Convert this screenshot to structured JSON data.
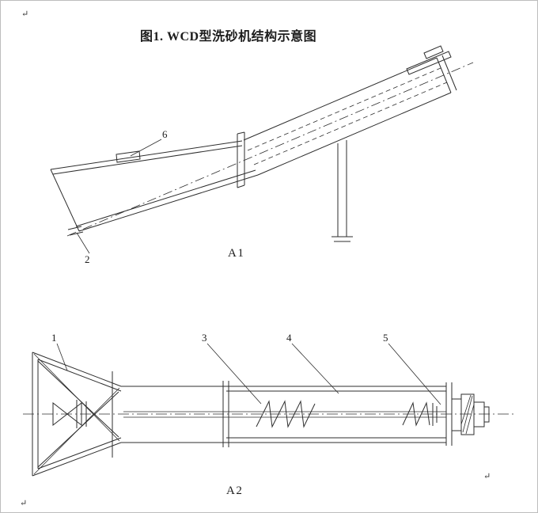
{
  "figure": {
    "title": "图1.  WCD型洗砂机结构示意图"
  },
  "view_a1": {
    "label": "A1",
    "callout_6": "6",
    "callout_2": "2"
  },
  "view_a2": {
    "label": "A2",
    "callout_1": "1",
    "callout_3": "3",
    "callout_4": "4",
    "callout_5": "5"
  },
  "marks": {
    "paragraph": "↵"
  },
  "colors": {
    "ink": "#1c1c1c",
    "line": "#2e2e2e",
    "page_bg": "#ffffff",
    "page_border": "#bdbdbd"
  }
}
